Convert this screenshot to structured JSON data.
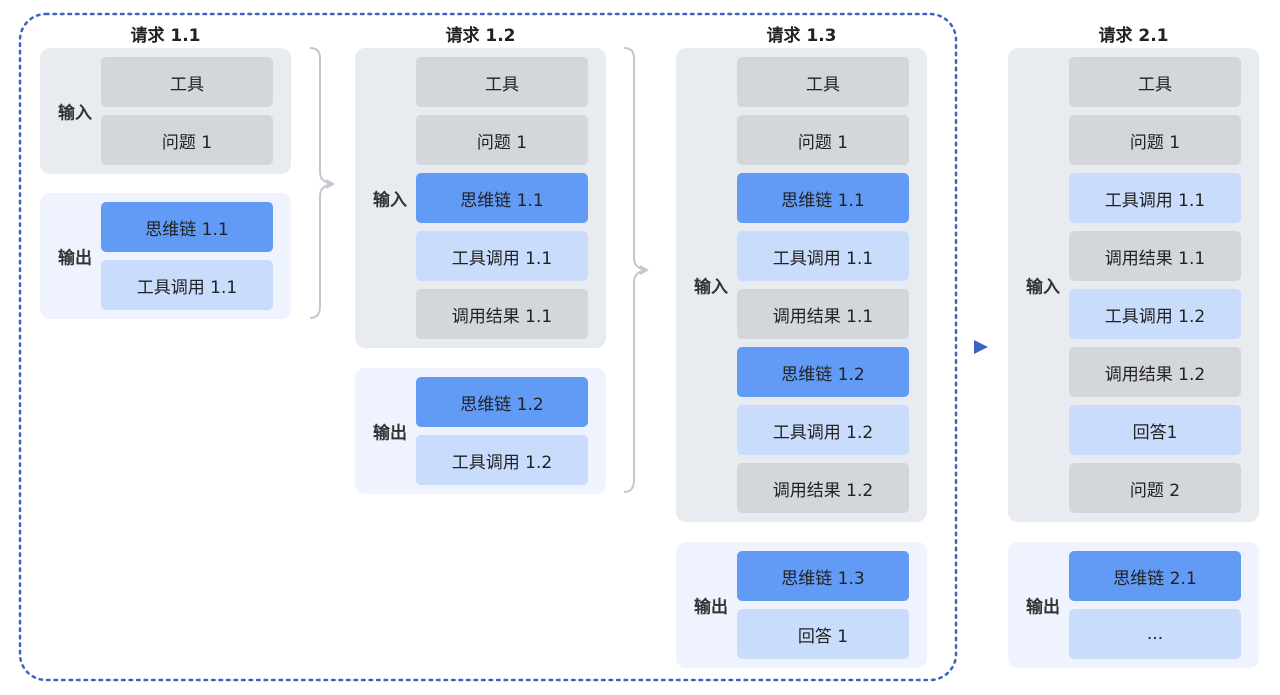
{
  "columns": [
    {
      "title": "请求 1.1",
      "input": {
        "label": "输入",
        "blocks": [
          {
            "text": "工具",
            "style": "gray"
          },
          {
            "text": "问题 1",
            "style": "gray"
          }
        ]
      },
      "output": {
        "label": "输出",
        "blocks": [
          {
            "text": "思维链 1.1",
            "style": "blue"
          },
          {
            "text": "工具调用 1.1",
            "style": "light"
          }
        ]
      }
    },
    {
      "title": "请求 1.2",
      "input": {
        "label": "输入",
        "blocks": [
          {
            "text": "工具",
            "style": "gray"
          },
          {
            "text": "问题 1",
            "style": "gray"
          },
          {
            "text": "思维链 1.1",
            "style": "blue"
          },
          {
            "text": "工具调用 1.1",
            "style": "light"
          },
          {
            "text": "调用结果 1.1",
            "style": "gray"
          }
        ]
      },
      "output": {
        "label": "输出",
        "blocks": [
          {
            "text": "思维链 1.2",
            "style": "blue"
          },
          {
            "text": "工具调用 1.2",
            "style": "light"
          }
        ]
      }
    },
    {
      "title": "请求 1.3",
      "input": {
        "label": "输入",
        "blocks": [
          {
            "text": "工具",
            "style": "gray"
          },
          {
            "text": "问题 1",
            "style": "gray"
          },
          {
            "text": "思维链 1.1",
            "style": "blue"
          },
          {
            "text": "工具调用 1.1",
            "style": "light"
          },
          {
            "text": "调用结果 1.1",
            "style": "gray"
          },
          {
            "text": "思维链 1.2",
            "style": "blue"
          },
          {
            "text": "工具调用 1.2",
            "style": "light"
          },
          {
            "text": "调用结果 1.2",
            "style": "gray"
          }
        ]
      },
      "output": {
        "label": "输出",
        "blocks": [
          {
            "text": "思维链 1.3",
            "style": "blue"
          },
          {
            "text": "回答 1",
            "style": "light"
          }
        ]
      }
    },
    {
      "title": "请求 2.1",
      "input": {
        "label": "输入",
        "blocks": [
          {
            "text": "工具",
            "style": "gray"
          },
          {
            "text": "问题 1",
            "style": "gray"
          },
          {
            "text": "工具调用 1.1",
            "style": "light"
          },
          {
            "text": "调用结果 1.1",
            "style": "gray"
          },
          {
            "text": "工具调用 1.2",
            "style": "light"
          },
          {
            "text": "调用结果 1.2",
            "style": "gray"
          },
          {
            "text": "回答1",
            "style": "light"
          },
          {
            "text": "问题 2",
            "style": "gray"
          }
        ]
      },
      "output": {
        "label": "输出",
        "blocks": [
          {
            "text": "思维链 2.1",
            "style": "blue"
          },
          {
            "text": "...",
            "style": "light"
          }
        ]
      }
    }
  ],
  "colors": {
    "input_panel": "#e8ecf1",
    "output_panel": "#eef3fd",
    "gray_block": "#d3d6da",
    "blue_block": "#629bf6",
    "light_block": "#cadcfb",
    "dotted_border": "#3a63c4",
    "brace": "#c4c8ce"
  },
  "icons": {
    "brace": "right-curly-brace-icon",
    "arrow": "arrow-right-icon"
  }
}
